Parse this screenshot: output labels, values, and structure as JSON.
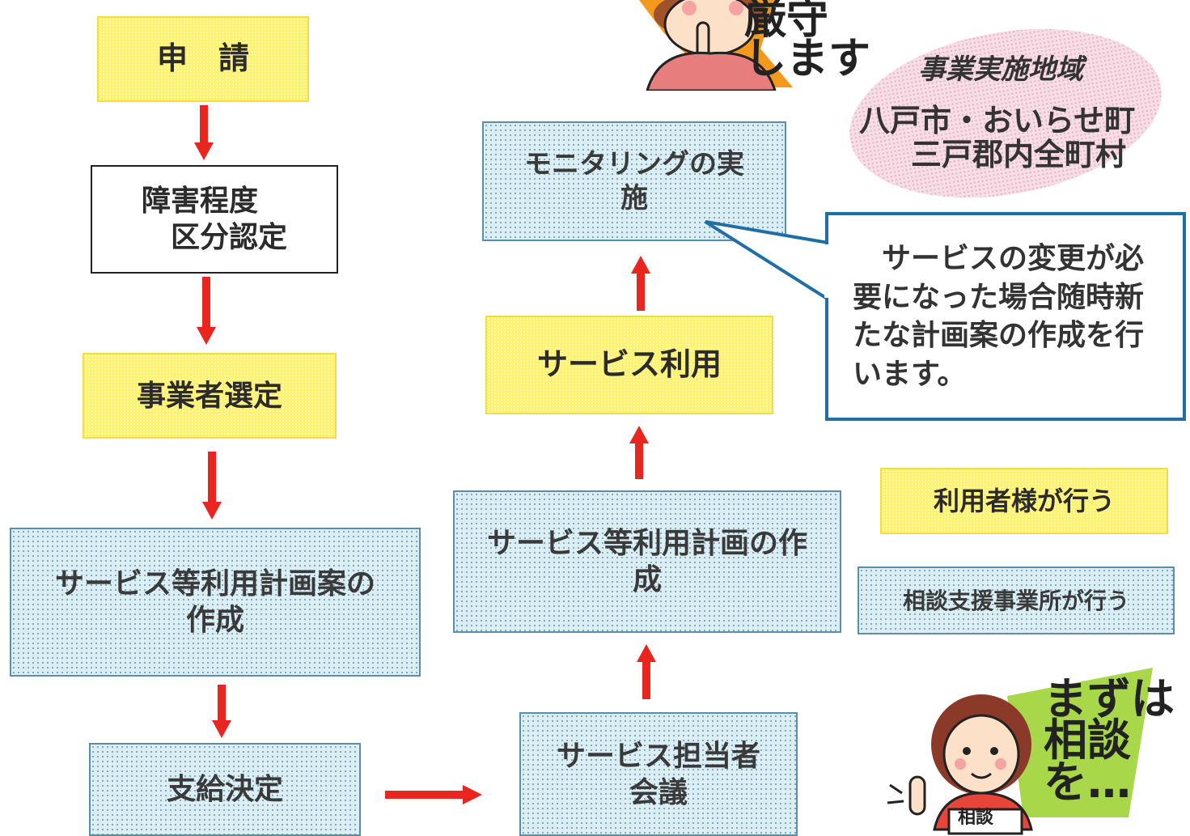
{
  "colors": {
    "yellow": "#fff26a",
    "blue_box": "#d9eef5",
    "arrow": "#e8251f",
    "callout_border": "#1f6fa6"
  },
  "flow_left": {
    "apply": "申　請",
    "disability_assessment": "障害程度\n　区分認定",
    "provider_selection": "事業者選定",
    "draft_plan": "サービス等利用計画案の\n作成",
    "grant_decision": "支給決定"
  },
  "flow_right": {
    "staff_meeting": "サービス担当者\n会議",
    "plan_creation": "サービス等利用計画の作\n成",
    "service_use": "サービス利用",
    "monitoring": "モニタリングの実\n施"
  },
  "callout": {
    "text": "　サービスの変更が必\n要になった場合随時新\nたな計画案の作成を行\nいます。"
  },
  "legend": {
    "user_does": "利用者様が行う",
    "office_does": "相談支援事業所が行う"
  },
  "region": {
    "title": "事業実施地域",
    "line1": "八戸市・おいらせ町",
    "line2": "三戸郡内全町村"
  },
  "illustrations": {
    "top_caption": "厳守\nします",
    "bottom_caption": "まずは\n相談\nを…",
    "desk_sign": "相談",
    "top_icon": "woman-finger-on-lips-icon",
    "bottom_icon": "woman-pointing-icon"
  }
}
